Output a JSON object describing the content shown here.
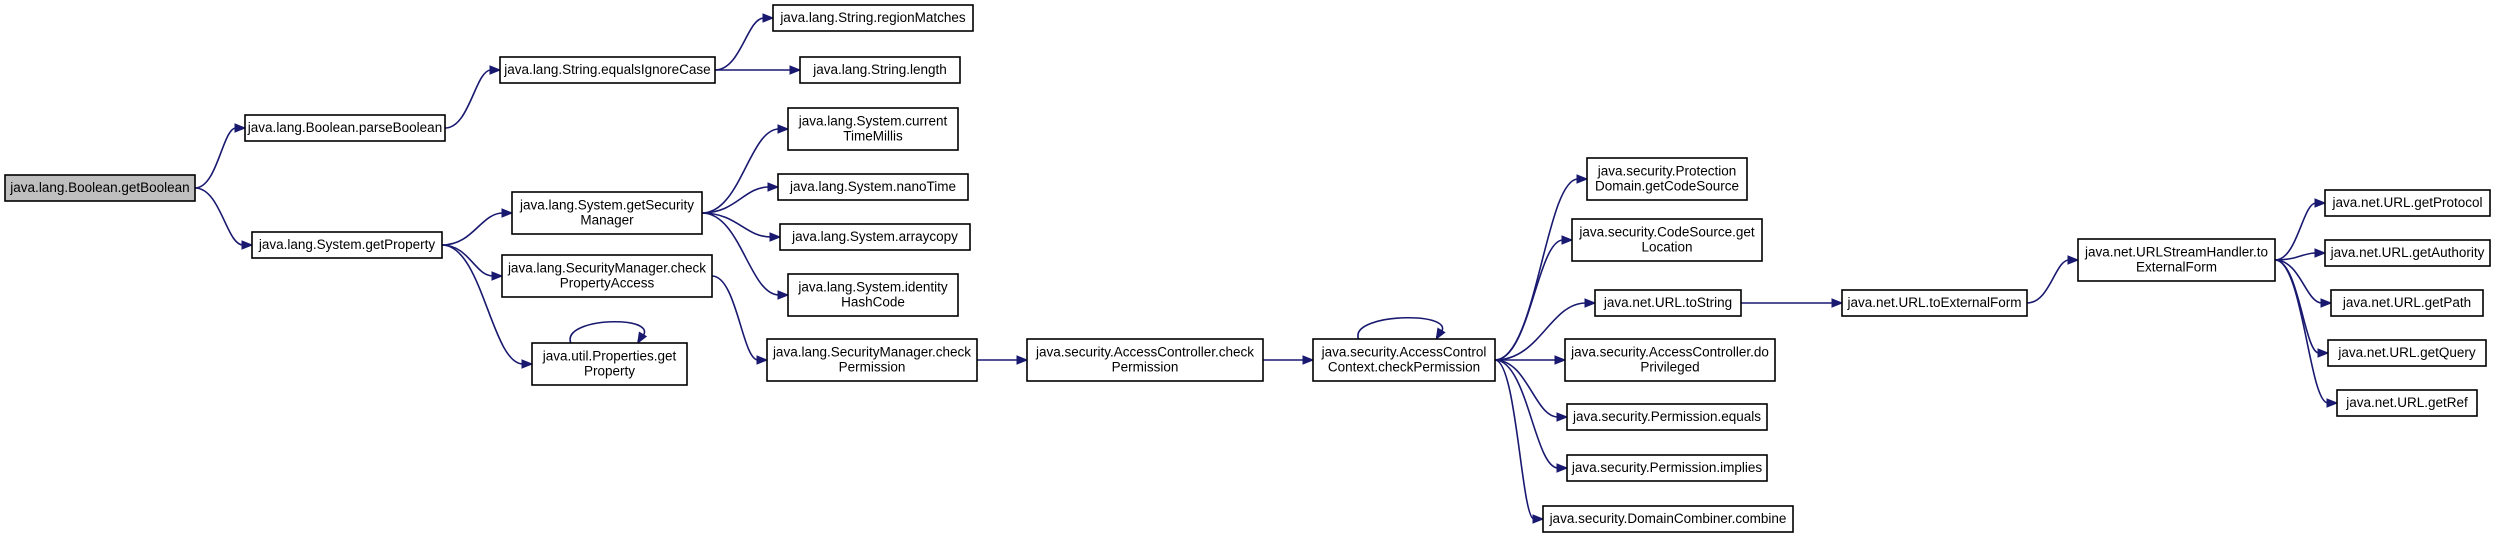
{
  "graph": {
    "colors": {
      "edge": "#191970",
      "node_border": "#000000",
      "node_fill": "#ffffff",
      "root_fill": "#bfbfbf"
    },
    "nodes": [
      {
        "id": "n0",
        "lines": [
          "java.lang.Boolean.getBoolean"
        ],
        "root": true
      },
      {
        "id": "n1",
        "lines": [
          "java.lang.Boolean.parseBoolean"
        ]
      },
      {
        "id": "n2",
        "lines": [
          "java.lang.System.getProperty"
        ]
      },
      {
        "id": "n3",
        "lines": [
          "java.lang.String.equalsIgnoreCase"
        ]
      },
      {
        "id": "n4",
        "lines": [
          "java.lang.String.regionMatches"
        ]
      },
      {
        "id": "n5",
        "lines": [
          "java.lang.String.length"
        ]
      },
      {
        "id": "n6",
        "lines": [
          "java.lang.System.getSecurity",
          "Manager"
        ]
      },
      {
        "id": "n7",
        "lines": [
          "java.lang.SecurityManager.check",
          "PropertyAccess"
        ]
      },
      {
        "id": "n8",
        "lines": [
          "java.util.Properties.get",
          "Property"
        ]
      },
      {
        "id": "n9",
        "lines": [
          "java.lang.System.current",
          "TimeMillis"
        ]
      },
      {
        "id": "n10",
        "lines": [
          "java.lang.System.nanoTime"
        ]
      },
      {
        "id": "n11",
        "lines": [
          "java.lang.System.arraycopy"
        ]
      },
      {
        "id": "n12",
        "lines": [
          "java.lang.System.identity",
          "HashCode"
        ]
      },
      {
        "id": "n13",
        "lines": [
          "java.lang.SecurityManager.check",
          "Permission"
        ]
      },
      {
        "id": "n14",
        "lines": [
          "java.security.AccessController.check",
          "Permission"
        ]
      },
      {
        "id": "n15",
        "lines": [
          "java.security.AccessControl",
          "Context.checkPermission"
        ]
      },
      {
        "id": "n16",
        "lines": [
          "java.security.Protection",
          "Domain.getCodeSource"
        ]
      },
      {
        "id": "n17",
        "lines": [
          "java.security.CodeSource.get",
          "Location"
        ]
      },
      {
        "id": "n18",
        "lines": [
          "java.net.URL.toString"
        ]
      },
      {
        "id": "n19",
        "lines": [
          "java.security.AccessController.do",
          "Privileged"
        ]
      },
      {
        "id": "n20",
        "lines": [
          "java.security.Permission.equals"
        ]
      },
      {
        "id": "n21",
        "lines": [
          "java.security.Permission.implies"
        ]
      },
      {
        "id": "n22",
        "lines": [
          "java.security.DomainCombiner.combine"
        ]
      },
      {
        "id": "n23",
        "lines": [
          "java.net.URL.toExternalForm"
        ]
      },
      {
        "id": "n24",
        "lines": [
          "java.net.URLStreamHandler.to",
          "ExternalForm"
        ]
      },
      {
        "id": "n25",
        "lines": [
          "java.net.URL.getProtocol"
        ]
      },
      {
        "id": "n26",
        "lines": [
          "java.net.URL.getAuthority"
        ]
      },
      {
        "id": "n27",
        "lines": [
          "java.net.URL.getPath"
        ]
      },
      {
        "id": "n28",
        "lines": [
          "java.net.URL.getQuery"
        ]
      },
      {
        "id": "n29",
        "lines": [
          "java.net.URL.getRef"
        ]
      }
    ],
    "edges": [
      [
        "n0",
        "n1"
      ],
      [
        "n0",
        "n2"
      ],
      [
        "n1",
        "n3"
      ],
      [
        "n3",
        "n4"
      ],
      [
        "n3",
        "n5"
      ],
      [
        "n2",
        "n6"
      ],
      [
        "n2",
        "n7"
      ],
      [
        "n2",
        "n8"
      ],
      [
        "n8",
        "n8"
      ],
      [
        "n6",
        "n9"
      ],
      [
        "n6",
        "n10"
      ],
      [
        "n6",
        "n11"
      ],
      [
        "n6",
        "n12"
      ],
      [
        "n7",
        "n13"
      ],
      [
        "n13",
        "n14"
      ],
      [
        "n14",
        "n15"
      ],
      [
        "n15",
        "n15"
      ],
      [
        "n15",
        "n16"
      ],
      [
        "n15",
        "n17"
      ],
      [
        "n15",
        "n18"
      ],
      [
        "n15",
        "n19"
      ],
      [
        "n15",
        "n20"
      ],
      [
        "n15",
        "n21"
      ],
      [
        "n15",
        "n22"
      ],
      [
        "n18",
        "n23"
      ],
      [
        "n23",
        "n24"
      ],
      [
        "n24",
        "n25"
      ],
      [
        "n24",
        "n26"
      ],
      [
        "n24",
        "n27"
      ],
      [
        "n24",
        "n28"
      ],
      [
        "n24",
        "n29"
      ]
    ]
  }
}
